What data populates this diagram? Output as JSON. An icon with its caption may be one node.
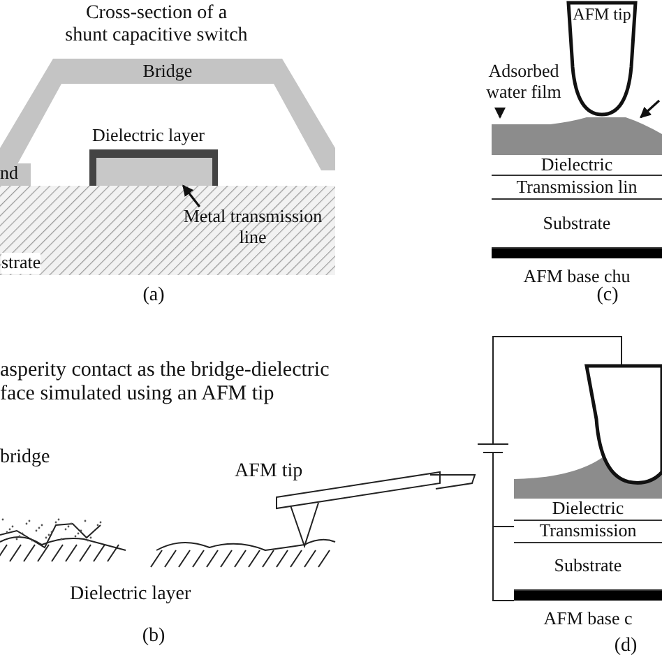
{
  "diagram": {
    "nodes": [
      {
        "text": [
          "Bridge"
        ]
      },
      {
        "text": [
          "Dielectric layer"
        ]
      },
      {
        "text": [],
        "shape": "box",
        "in": 1
      },
      {
        "text": [
          "Metal transmission line"
        ],
        "in": 5
      },
      {
        "text": [
          "nd"
        ]
      },
      {
        "text": [
          "strate"
        ]
      },
      {
        "text": [
          "AFM tip"
        ]
      },
      {
        "text": [
          "Adsorbed water film"
        ]
      },
      {
        "text": [],
        "shape": "mound"
      },
      {
        "text": [
          "Dielectric"
        ]
      },
      {
        "text": [
          "Transmission lin"
        ]
      },
      {
        "text": [
          "Substrate"
        ]
      },
      {
        "text": [
          "AFM base chu"
        ]
      },
      {
        "text": [
          "Dielectric"
        ]
      },
      {
        "text": [
          "Transmission"
        ]
      },
      {
        "text": [
          "Substrate"
        ]
      },
      {
        "text": [
          "AFM base c"
        ]
      }
    ],
    "edges": [
      {
        "from": 3,
        "to": 2,
        "arrow": "to"
      },
      {
        "from": 7,
        "to": 8,
        "arrow": "to"
      },
      {
        "from": null,
        "to": 8,
        "arrow": "to"
      }
    ],
    "labels": [
      "Cross-section of a shunt capacitive switch",
      "(a)",
      "(c)",
      "asperity contact as the bridge-dielectric face simulated using an AFM tip",
      "bridge",
      "AFM tip",
      "Dielectric layer",
      "(b)",
      "(d)"
    ]
  }
}
